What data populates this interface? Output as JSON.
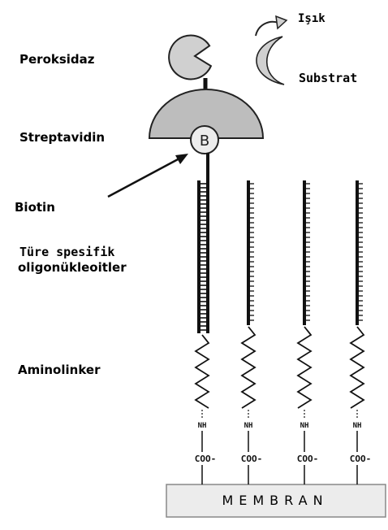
{
  "labels": {
    "peroksidaz": "Peroksidaz",
    "streptavidin": "Streptavidin",
    "biotin": "Biotin",
    "probe_line1": "Türe spesifik",
    "probe_line2": "oligonükleoitler",
    "aminolinker": "Aminolinker",
    "isik": "Işık",
    "substrat": "Substrat",
    "biotin_symbol": "B",
    "nh": "NH",
    "coo": "COO-",
    "membran": "MEMBRAN"
  },
  "colors": {
    "enzyme_fill": "#d0d0d0",
    "strands": "#111111",
    "membrane_fill": "#ececec",
    "outline": "#222222"
  },
  "icons": {
    "arrow": "curved-arrow-icon",
    "pointer": "pointer-arrow-icon"
  }
}
